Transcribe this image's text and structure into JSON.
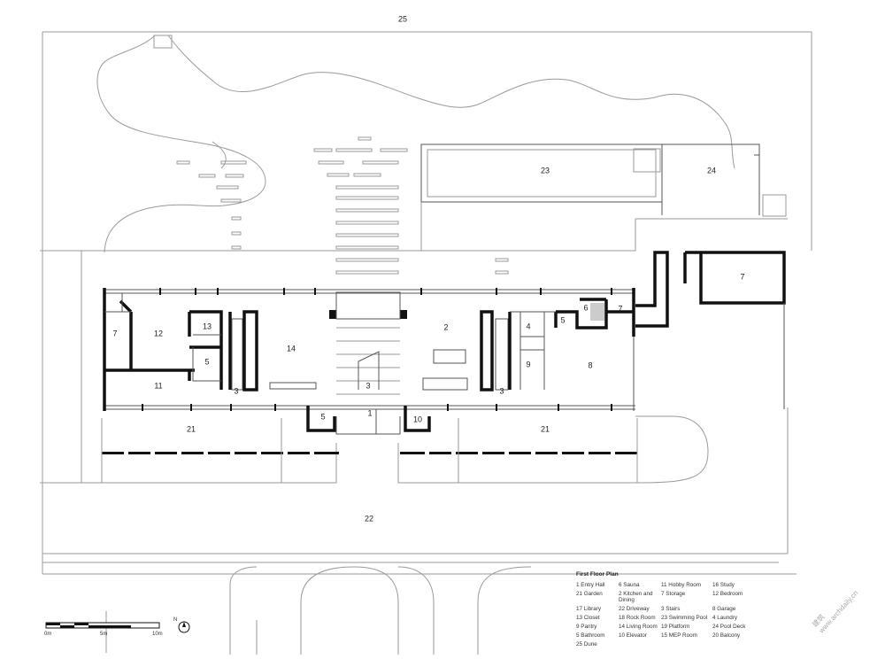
{
  "legend_title": "First Floor Plan",
  "legend_items": [
    "1 Entry Hall",
    "6 Sauna",
    "11 Hobby Room",
    "16 Study",
    "21 Garden",
    "2 Kitchen and Dining",
    "7 Storage",
    "12 Bedroom",
    "17 Library",
    "22 Driveway",
    "3 Stairs",
    "8 Garage",
    "13 Closet",
    "18 Rock Room",
    "23 Swimming Pool",
    "4 Laundry",
    "9 Pantry",
    "14 Living Room",
    "19 Platform",
    "24 Pool Deck",
    "5 Bathroom",
    "10 Elevator",
    "15 MEP Room",
    "20 Balcony",
    "25 Dune"
  ],
  "room_labels": [
    "25",
    "23",
    "24",
    "7",
    "7",
    "12",
    "13",
    "14",
    "2",
    "4",
    "6",
    "5",
    "7",
    "5",
    "9",
    "8",
    "11",
    "3",
    "3",
    "3",
    "5",
    "1",
    "10",
    "21",
    "21",
    "22"
  ],
  "scale_bar": {
    "labels": [
      "0m",
      "5m",
      "10m"
    ],
    "north_label": "N"
  },
  "watermark": [
    "建筑",
    "www.archdaily.cn"
  ]
}
